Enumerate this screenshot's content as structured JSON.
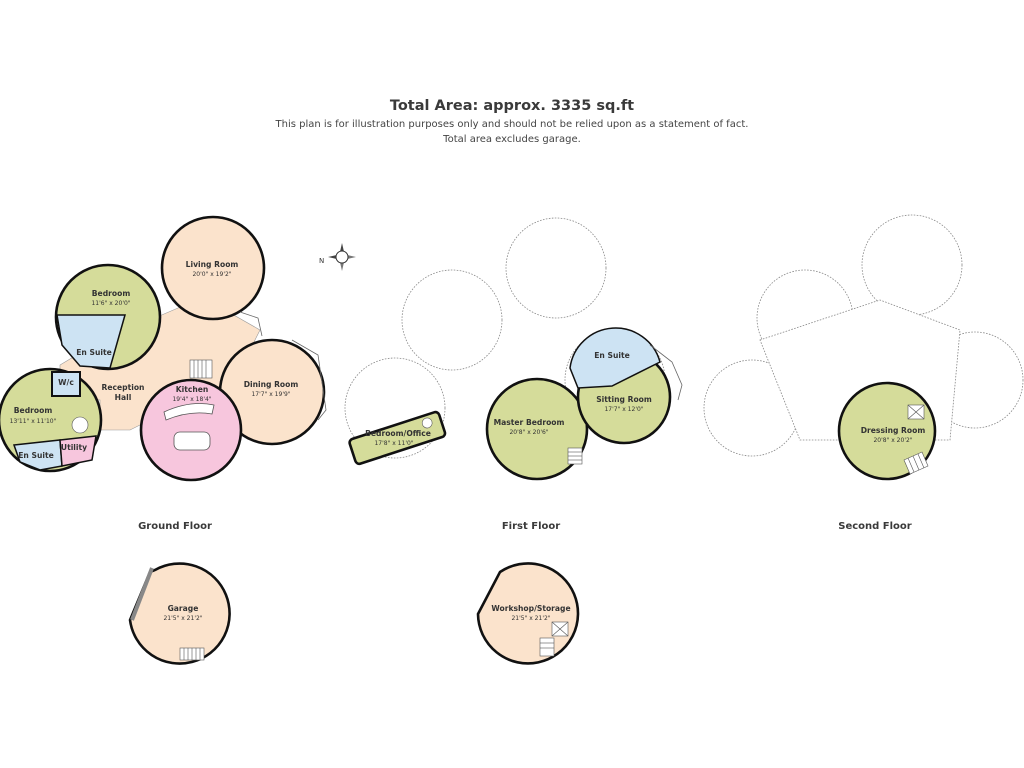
{
  "header": {
    "title": "Total Area: approx. 3335 sq.ft",
    "disclaimer_1": "This plan is for illustration purposes only and should not be relied upon as a statement of fact.",
    "disclaimer_2": "Total area excludes garage."
  },
  "compass": {
    "label": "N"
  },
  "floors": {
    "ground": {
      "label": "Ground Floor",
      "rooms": {
        "living_room": {
          "name": "Living Room",
          "dims": "20'0\" x 19'2\""
        },
        "bedroom_1": {
          "name": "Bedroom",
          "dims": "11'6\" x 20'0\""
        },
        "en_suite_1": {
          "name": "En Suite"
        },
        "reception_hall": {
          "name": "Reception",
          "name_2": "Hall"
        },
        "wc": {
          "name": "W/c"
        },
        "bedroom_2": {
          "name": "Bedroom",
          "dims": "13'11\" x 11'10\""
        },
        "en_suite_2": {
          "name": "En Suite"
        },
        "utility": {
          "name": "Utility"
        },
        "kitchen": {
          "name": "Kitchen",
          "dims": "19'4\" x 18'4\""
        },
        "dining_room": {
          "name": "Dining Room",
          "dims": "17'7\" x 19'9\""
        },
        "garage": {
          "name": "Garage",
          "dims": "21'5\" x 21'2\""
        }
      }
    },
    "first": {
      "label": "First Floor",
      "rooms": {
        "bedroom_office": {
          "name": "Bedroom/Office",
          "dims": "17'8\" x 11'0\""
        },
        "master_bedroom": {
          "name": "Master Bedroom",
          "dims": "20'8\" x 20'6\""
        },
        "en_suite": {
          "name": "En Suite"
        },
        "sitting_room": {
          "name": "Sitting Room",
          "dims": "17'7\" x 12'0\""
        },
        "workshop": {
          "name": "Workshop/Storage",
          "dims": "21'5\" x 21'2\""
        }
      }
    },
    "second": {
      "label": "Second Floor",
      "rooms": {
        "dressing_room": {
          "name": "Dressing Room",
          "dims": "20'8\" x 20'2\""
        }
      }
    }
  },
  "colors": {
    "bedroom": "#d5dc9a",
    "hall": "#fbe3cc",
    "kitchen": "#f7c6dd",
    "bathroom": "#cde3f3",
    "wall": "#111111"
  }
}
